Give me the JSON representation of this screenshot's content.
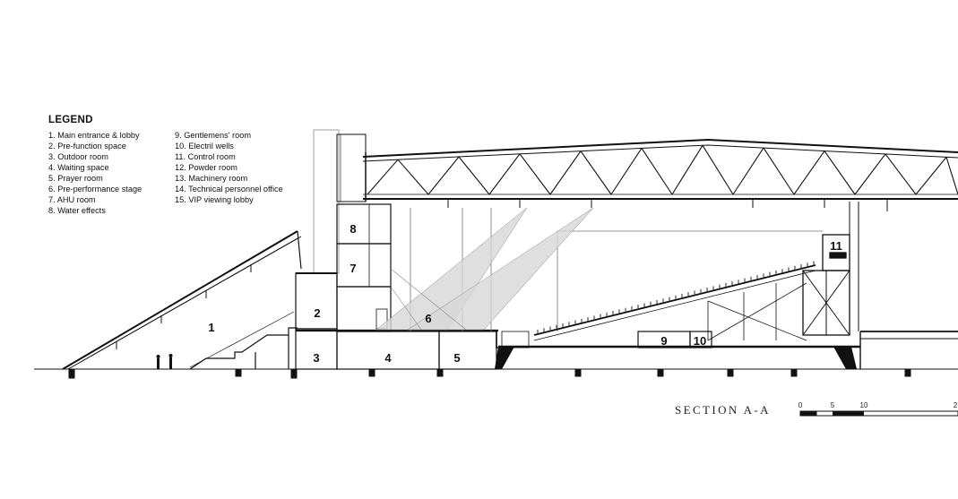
{
  "legend": {
    "title": "LEGEND",
    "items": [
      "1. Main entrance & lobby",
      "2. Pre-function space",
      "3. Outdoor room",
      "4. Waiting space",
      "5. Prayer room",
      "6. Pre-performance stage",
      "7. AHU room",
      "8. Water effects",
      "9. Gentlemens' room",
      "10. Electril wells",
      "11. Control room",
      "12. Powder room",
      "13. Machinery room",
      "14. Technical personnel office",
      "15. VIP viewing lobby"
    ]
  },
  "rooms": [
    "1",
    "2",
    "3",
    "4",
    "5",
    "6",
    "7",
    "8",
    "9",
    "10",
    "11"
  ],
  "section_title": "SECTION A-A",
  "scale_bar": {
    "labels": [
      "0",
      "5",
      "10",
      "2"
    ]
  },
  "colors": {
    "line": "#111111",
    "light_line": "#888888",
    "fill": "#d8d8d8"
  }
}
